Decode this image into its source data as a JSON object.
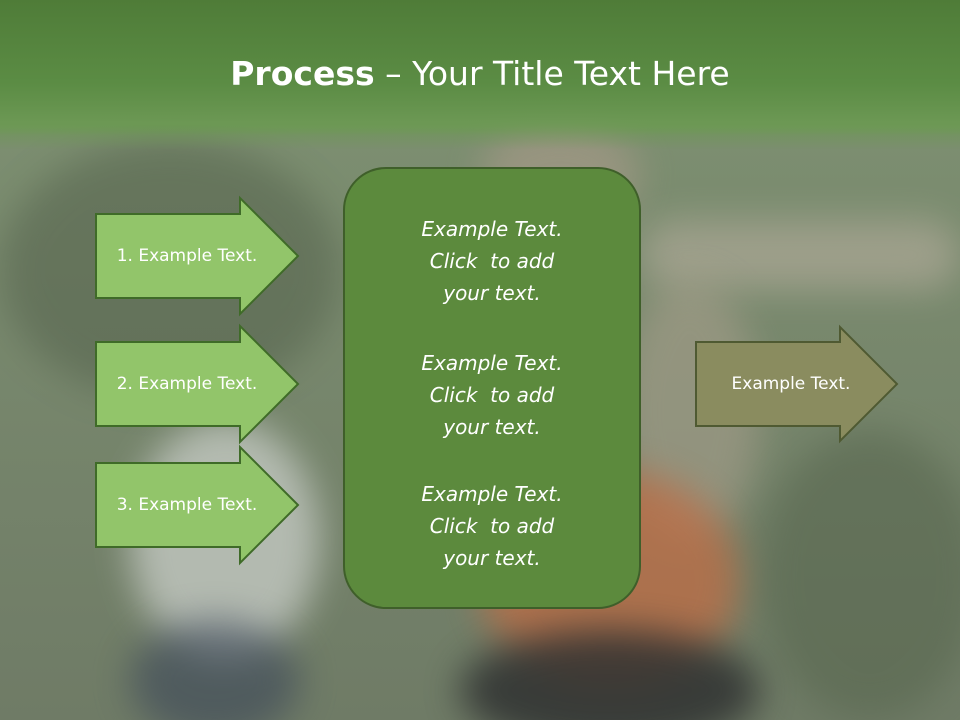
{
  "slide": {
    "title_bold": "Process",
    "title_rest": " – Your Title Text Here"
  },
  "left_arrows": [
    {
      "label": "1. Example Text."
    },
    {
      "label": "2. Example Text."
    },
    {
      "label": "3. Example Text."
    }
  ],
  "center_box": {
    "blocks": [
      {
        "lines": [
          "Example Text.",
          "Click  to add",
          "your text."
        ]
      },
      {
        "lines": [
          "Example Text.",
          "Click  to add",
          "your text."
        ]
      },
      {
        "lines": [
          "Example Text.",
          "Click  to add",
          "your text."
        ]
      }
    ]
  },
  "right_arrow": {
    "label": "Example Text."
  },
  "colors": {
    "left_arrow_fill": "#92c56a",
    "left_arrow_stroke": "#3f6b28",
    "center_fill": "#5c8a3d",
    "center_stroke": "#3f5f2a",
    "right_arrow_fill": "#8a8c5f",
    "right_arrow_stroke": "#4f5a32"
  }
}
